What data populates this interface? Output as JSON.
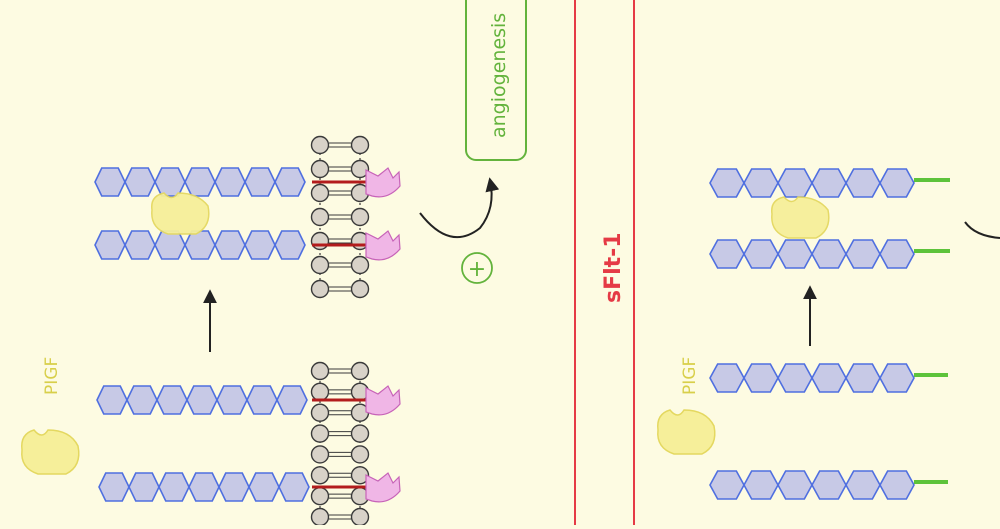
{
  "diagram": {
    "angiogenesis_label": "angiogenesis",
    "plus_symbol": "+",
    "sflt_label": "sFlt-1",
    "pigf_label_left": "PIGF",
    "pigf_label_right": "PIGF"
  },
  "colors": {
    "background": "#fdfbe2",
    "receptor_fill": "#c7c9e6",
    "receptor_stroke": "#4f6fe0",
    "pigf_fill": "#f6ef9a",
    "pigf_stroke": "#e4d860",
    "pigf_text": "#d8cf4a",
    "membrane_head_fill": "#d8d2c8",
    "membrane_stroke": "#3a3a3a",
    "kinase_fill": "#f0b6e6",
    "kinase_stroke": "#c763b8",
    "transmembrane_red": "#b31c1c",
    "anchor_green": "#5dc33a",
    "angiogenesis_green": "#63b33c",
    "sflt_red": "#e53a45"
  }
}
